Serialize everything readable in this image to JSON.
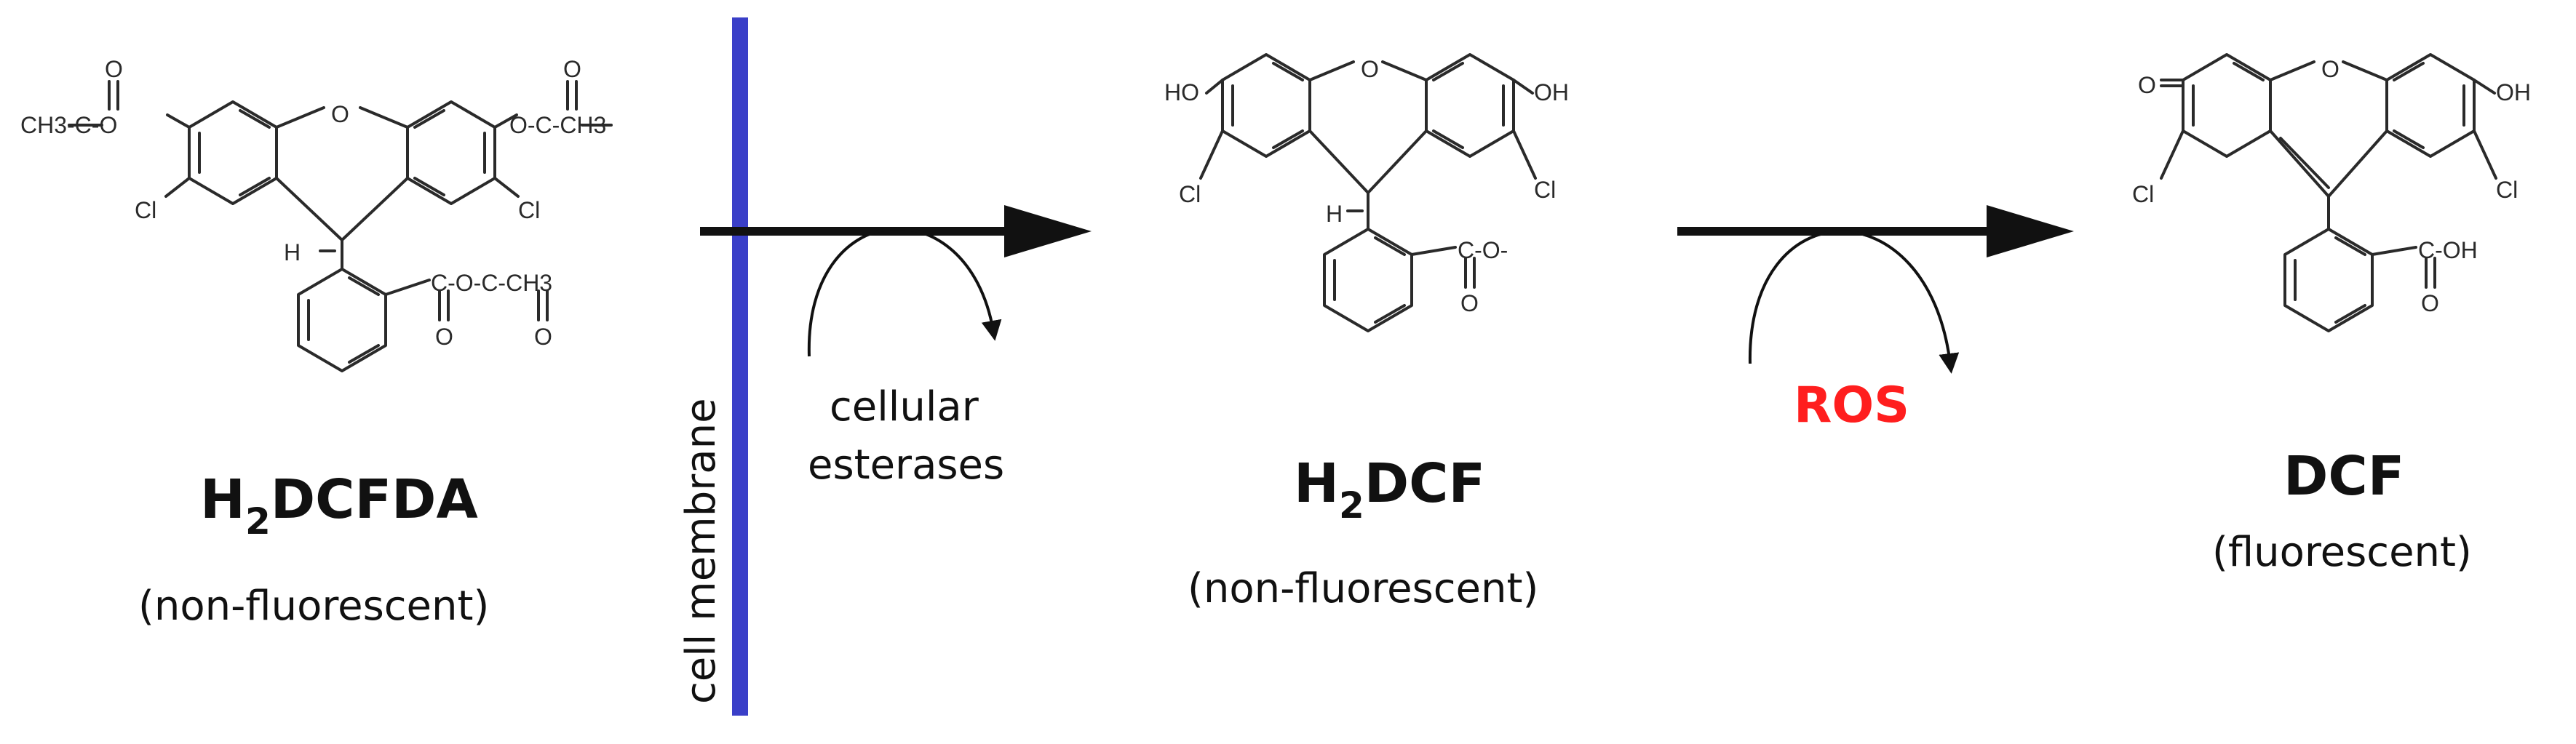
{
  "colors": {
    "membrane": "#3a3fc8",
    "arrow": "#111111",
    "ros": "#ff1e1e",
    "dcf": "#1aa84a",
    "dcf_note": "#22c55e"
  },
  "membrane": {
    "label": "cell membrane"
  },
  "steps": [
    {
      "label_lines": [
        "cellular",
        "esterases"
      ]
    },
    {
      "label": "ROS"
    }
  ],
  "molecules": [
    {
      "name_pre": "H",
      "name_sub": "2",
      "name_post": "DCFDA",
      "note": "(non-fluorescent)",
      "atoms": {
        "o_ring": "O",
        "cl_left": "Cl",
        "cl_right": "Cl",
        "h": "H",
        "ester_left": "CH3-C-O",
        "ester_right": "O-C-CH3",
        "carbonyl": "O",
        "side_chain": "C-O-C-CH3",
        "side_o1": "O",
        "side_o2": "O"
      }
    },
    {
      "name_pre": "H",
      "name_sub": "2",
      "name_post": "DCF",
      "note": "(non-fluorescent)",
      "atoms": {
        "o_ring": "O",
        "ho": "HO",
        "oh": "OH",
        "cl_left": "Cl",
        "cl_right": "Cl",
        "h": "H",
        "carboxylate": "C-O-",
        "carb_o": "O"
      }
    },
    {
      "name": "DCF",
      "note": "(fluorescent)",
      "atoms": {
        "o_ring": "O",
        "o_keto": "O",
        "oh": "OH",
        "cl_left": "Cl",
        "cl_right": "Cl",
        "carboxyl": "C-OH",
        "carb_o": "O"
      }
    }
  ]
}
